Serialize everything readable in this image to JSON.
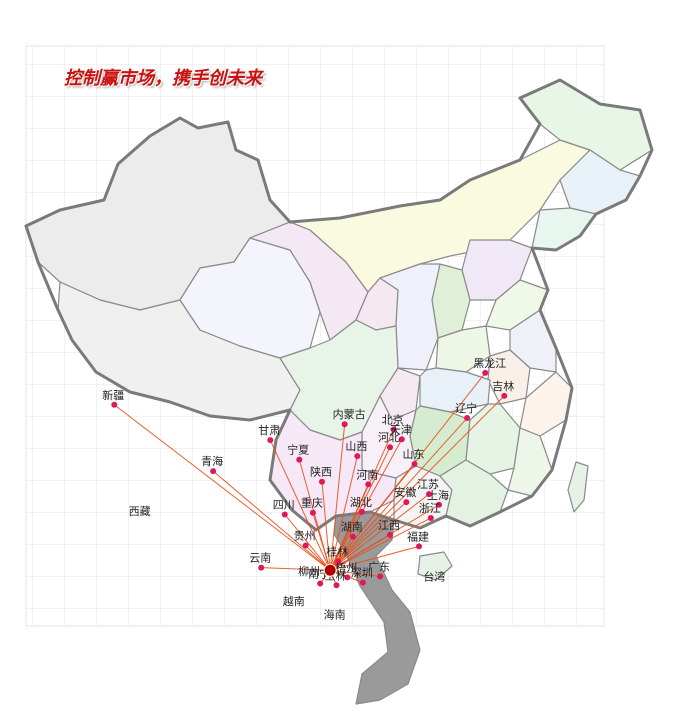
{
  "slogan": "控制赢市场，携手创未来",
  "colors": {
    "route": "#e8501a",
    "city_dot": "#e0185a",
    "hub_dot": "#b30000",
    "grid": "#e4e4e4",
    "vietnam": "#9a9a9a"
  },
  "hub": {
    "name": "柳州",
    "lon": 109.4,
    "lat": 24.3
  },
  "places": [
    {
      "id": "xinjiang",
      "name": "新疆",
      "lon": 85.6,
      "lat": 43.0,
      "route": true
    },
    {
      "id": "xizang",
      "name": "西藏",
      "lon": 88.5,
      "lat": 31.0,
      "route": false
    },
    {
      "id": "qinghai",
      "name": "青海",
      "lon": 96.5,
      "lat": 35.5,
      "route": true
    },
    {
      "id": "gansu",
      "name": "甘肃",
      "lon": 102.8,
      "lat": 39.0,
      "route": true
    },
    {
      "id": "neimenggu",
      "name": "内蒙古",
      "lon": 111.0,
      "lat": 40.8,
      "route": true
    },
    {
      "id": "heilongjiang",
      "name": "黑龙江",
      "lon": 126.5,
      "lat": 46.6,
      "route": true
    },
    {
      "id": "jilin",
      "name": "吉林",
      "lon": 128.6,
      "lat": 44.0,
      "route": true
    },
    {
      "id": "liaoning",
      "name": "辽宁",
      "lon": 124.5,
      "lat": 41.5,
      "route": true
    },
    {
      "id": "beijing",
      "name": "北京",
      "lon": 116.4,
      "lat": 40.2,
      "route": true
    },
    {
      "id": "tianjin",
      "name": "天津",
      "lon": 117.3,
      "lat": 39.1,
      "route": true
    },
    {
      "id": "hebei",
      "name": "河北",
      "lon": 116.0,
      "lat": 38.2,
      "route": true
    },
    {
      "id": "shanxi",
      "name": "山西",
      "lon": 112.4,
      "lat": 37.2,
      "route": true
    },
    {
      "id": "ningxia",
      "name": "宁夏",
      "lon": 106.0,
      "lat": 36.8,
      "route": true
    },
    {
      "id": "shandong",
      "name": "山东",
      "lon": 118.7,
      "lat": 36.3,
      "route": true
    },
    {
      "id": "shaanxi",
      "name": "陕西",
      "lon": 108.5,
      "lat": 34.3,
      "route": true
    },
    {
      "id": "henan",
      "name": "河南",
      "lon": 113.6,
      "lat": 34.0,
      "route": true
    },
    {
      "id": "jiangsu",
      "name": "江苏",
      "lon": 120.3,
      "lat": 32.9,
      "route": true
    },
    {
      "id": "anhui",
      "name": "安徽",
      "lon": 117.8,
      "lat": 32.0,
      "route": true
    },
    {
      "id": "shanghai",
      "name": "上海",
      "lon": 121.4,
      "lat": 31.7,
      "route": true
    },
    {
      "id": "sichuan",
      "name": "四川",
      "lon": 104.4,
      "lat": 30.6,
      "route": true
    },
    {
      "id": "chongqing",
      "name": "重庆",
      "lon": 107.5,
      "lat": 30.8,
      "route": true
    },
    {
      "id": "hubei",
      "name": "湖北",
      "lon": 112.9,
      "lat": 30.9,
      "route": true
    },
    {
      "id": "zhejiang",
      "name": "浙江",
      "lon": 120.5,
      "lat": 30.2,
      "route": true
    },
    {
      "id": "hunan",
      "name": "湖南",
      "lon": 111.9,
      "lat": 28.1,
      "route": true
    },
    {
      "id": "jiangxi",
      "name": "江西",
      "lon": 116.0,
      "lat": 28.3,
      "route": true
    },
    {
      "id": "guizhou",
      "name": "贵州",
      "lon": 106.7,
      "lat": 27.1,
      "route": true
    },
    {
      "id": "fujian",
      "name": "福建",
      "lon": 119.2,
      "lat": 27.0,
      "route": true
    },
    {
      "id": "yunnan",
      "name": "云南",
      "lon": 101.8,
      "lat": 24.6,
      "route": true
    },
    {
      "id": "guilin",
      "name": "桂林",
      "lon": 110.3,
      "lat": 25.3,
      "route": true
    },
    {
      "id": "wuzhou",
      "name": "梧州",
      "lon": 111.3,
      "lat": 23.5,
      "route": true
    },
    {
      "id": "guangdong",
      "name": "广东",
      "lon": 114.9,
      "lat": 23.6,
      "route": true
    },
    {
      "id": "nanning",
      "name": "南宁",
      "lon": 108.3,
      "lat": 22.8,
      "route": true
    },
    {
      "id": "yulin",
      "name": "玉林",
      "lon": 110.1,
      "lat": 22.6,
      "route": true
    },
    {
      "id": "shenzhen",
      "name": "深圳",
      "lon": 113.0,
      "lat": 22.9,
      "route": true
    },
    {
      "id": "taiwan",
      "name": "台湾",
      "lon": 121.0,
      "lat": 23.6,
      "route": false
    },
    {
      "id": "hainan",
      "name": "海南",
      "lon": 110.0,
      "lat": 19.3,
      "route": false
    },
    {
      "id": "vietnam",
      "name": "越南",
      "lon": 105.5,
      "lat": 20.8,
      "route": false
    }
  ]
}
